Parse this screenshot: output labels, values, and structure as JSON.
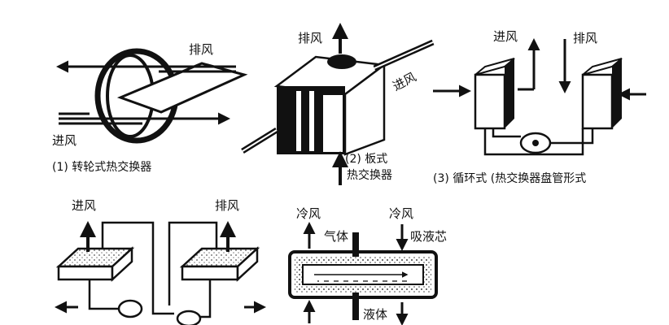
{
  "panel1": {
    "exhaust": "排风",
    "supply": "进风",
    "caption": "(1) 转轮式热交换器"
  },
  "panel2": {
    "exhaust": "排风",
    "supply": "进风",
    "caption_line1": "(2) 板式",
    "caption_line2": "热交换器"
  },
  "panel3": {
    "supply": "进风",
    "exhaust": "排风",
    "caption": "(3) 循环式 (热交换器盘管形式"
  },
  "panel4": {
    "supply": "进风",
    "exhaust": "排风"
  },
  "panel5": {
    "cold_air_left": "冷风",
    "cold_air_right": "冷风",
    "gas": "气体",
    "wick": "吸液芯",
    "liquid": "液体"
  },
  "colors": {
    "ink": "#111111",
    "paper": "#ffffff",
    "fill_light": "#f2f2f2"
  }
}
